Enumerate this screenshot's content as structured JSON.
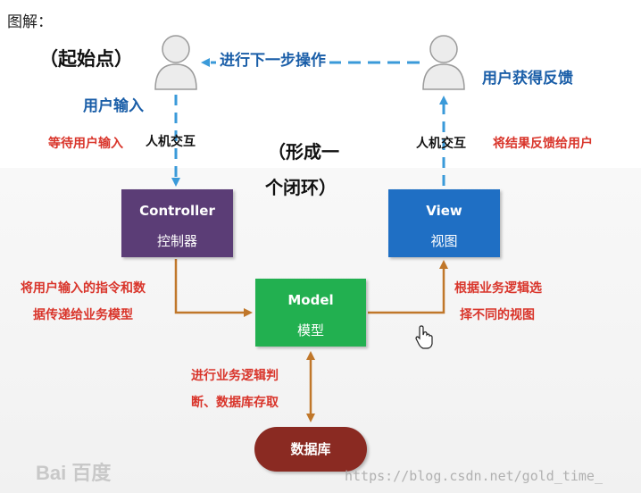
{
  "caption": "图解：",
  "labels": {
    "start_point": "（起始点）",
    "user_input": "用户输入",
    "wait_input": "等待用户输入",
    "hci_left": "人机交互",
    "closed_loop_1": "（形成一",
    "closed_loop_2": "个闭环）",
    "next_step": "进行下一步操作",
    "user_feedback": "用户获得反馈",
    "hci_right": "人机交互",
    "feedback_result": "将结果反馈给用户",
    "ctrl_to_model_1": "将用户输入的指令和数",
    "ctrl_to_model_2": "据传递给业务模型",
    "model_to_view_1": "根据业务逻辑选",
    "model_to_view_2": "择不同的视图",
    "model_db_1": "进行业务逻辑判",
    "model_db_2": "断、数据库存取"
  },
  "nodes": {
    "controller": {
      "en": "Controller",
      "cn": "控制器"
    },
    "view": {
      "en": "View",
      "cn": "视图"
    },
    "model": {
      "en": "Model",
      "cn": "模型"
    },
    "database": "数据库"
  },
  "watermarks": {
    "left": "Bai 百度",
    "right": "https://blog.csdn.net/gold_time_"
  },
  "colors": {
    "controller": "#5b3d76",
    "view": "#1f6fc4",
    "model": "#22b050",
    "database": "#8a2a22",
    "arrow_orange": "#c0772a",
    "arrow_blue_dashed": "#3a9ad9",
    "label_red": "#d9352b",
    "label_blue": "#1a5ea8"
  },
  "icons": [
    "user-icon",
    "user-icon",
    "hand-cursor-icon"
  ]
}
